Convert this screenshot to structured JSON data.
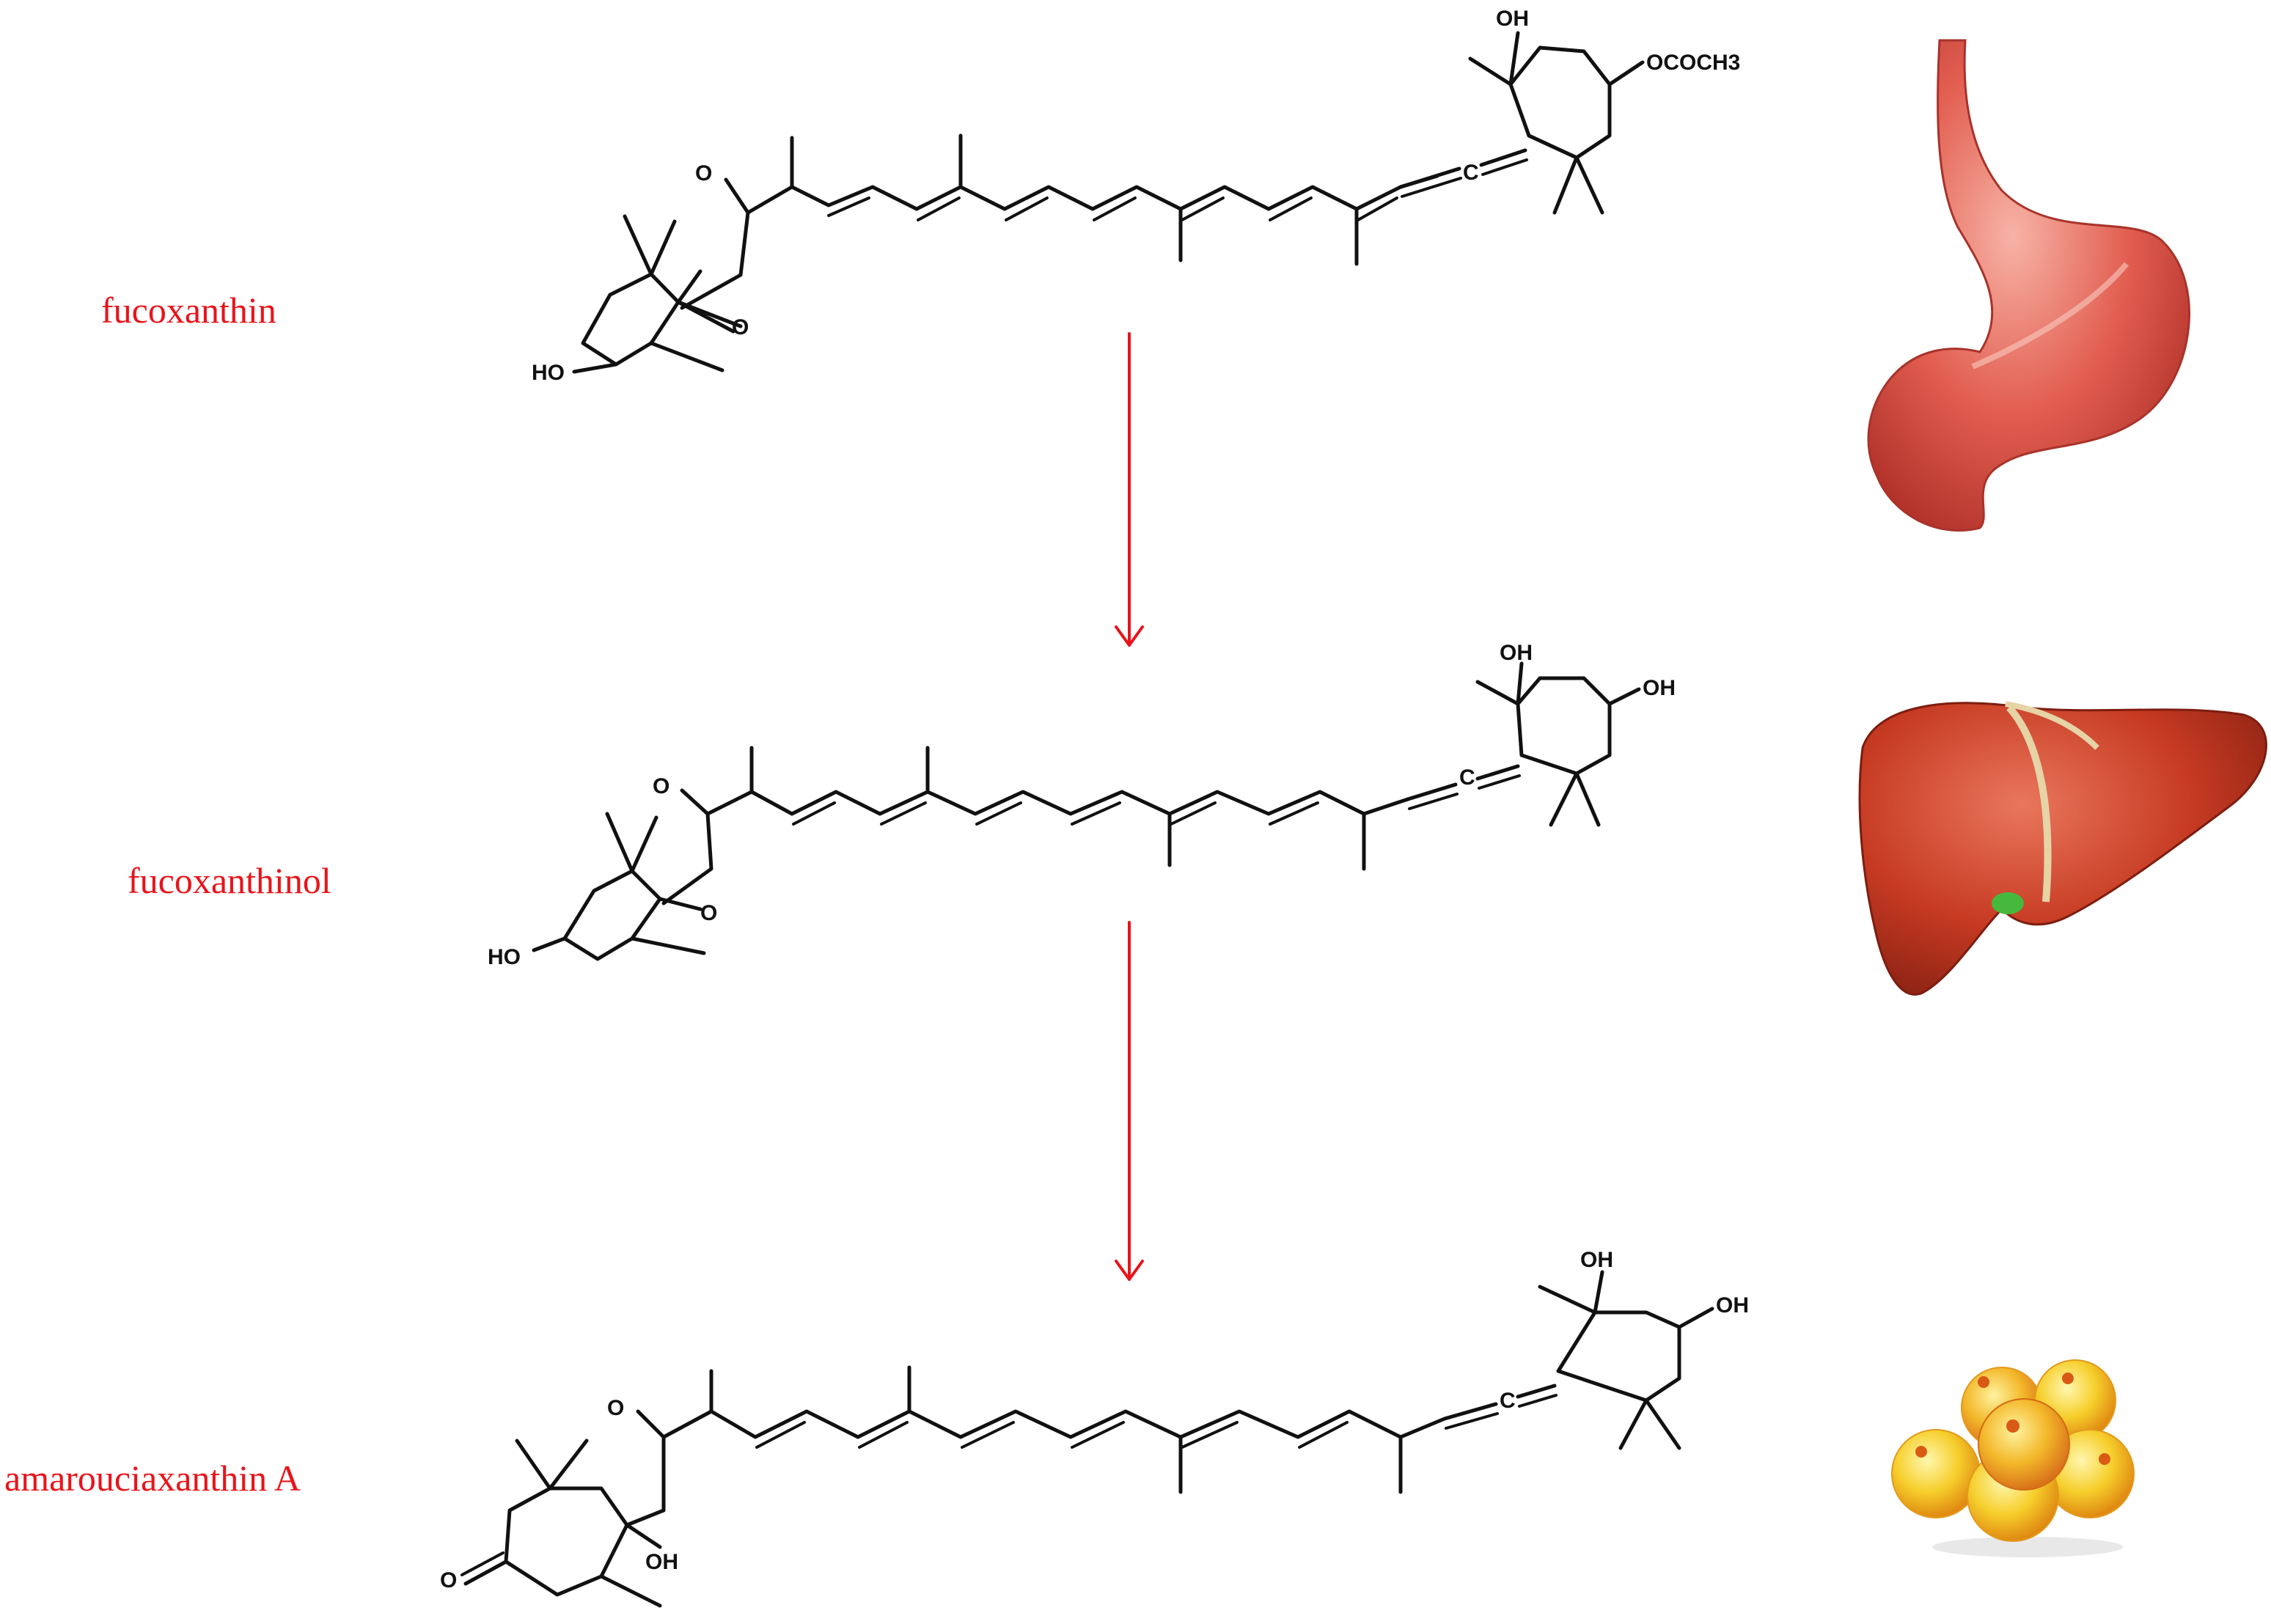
{
  "compounds": [
    {
      "name": "fucoxanthin",
      "substituent_right": "OCOCH3",
      "organ": "stomach"
    },
    {
      "name": "fucoxanthinol",
      "substituent_right": "OH",
      "organ": "liver"
    },
    {
      "name": "amarouciaxanthin A",
      "substituent_right": "OH",
      "organ": "adipose-tissue"
    }
  ],
  "atoms": {
    "oh": "OH",
    "ho": "HO",
    "o": "O",
    "c": "C"
  },
  "colors": {
    "label": "#e8141b",
    "arrow": "#e8141b",
    "bond": "#111111",
    "stomach": "#e05a4e",
    "liver": "#c63a22",
    "fat": "#f4c021"
  }
}
